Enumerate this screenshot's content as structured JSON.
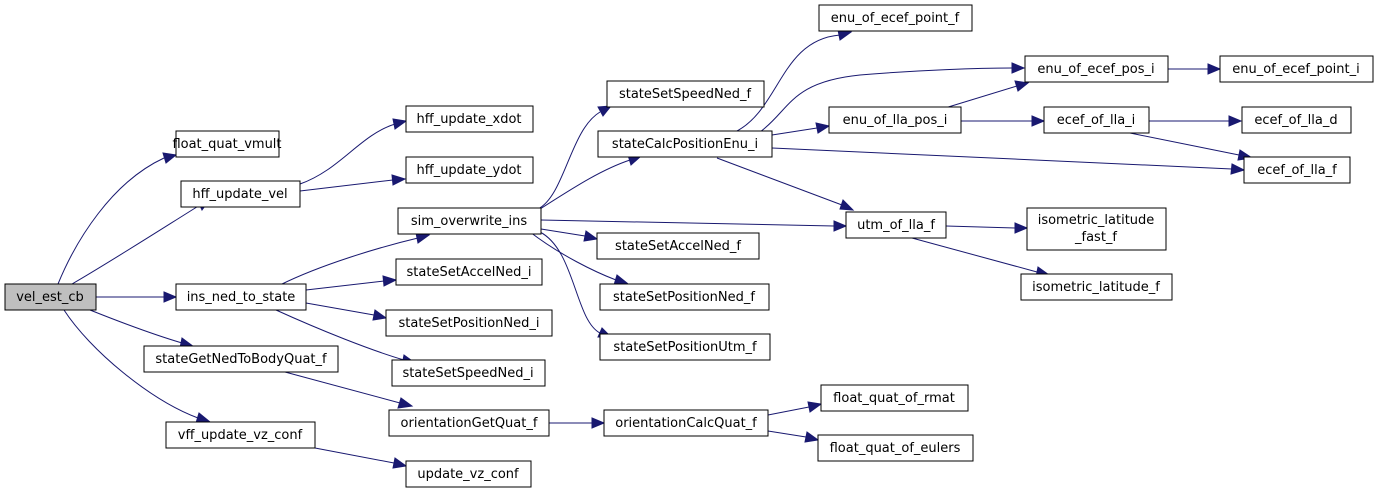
{
  "colors": {
    "edge": "#191970",
    "root_fill": "#bfbfbf",
    "node_fill": "#ffffff",
    "node_border": "#000000"
  },
  "nodes": {
    "vel_est_cb": "vel_est_cb",
    "float_quat_vmult": "float_quat_vmult",
    "hff_update_vel": "hff_update_vel",
    "hff_update_xdot": "hff_update_xdot",
    "hff_update_ydot": "hff_update_ydot",
    "ins_ned_to_state": "ins_ned_to_state",
    "sim_overwrite_ins": "sim_overwrite_ins",
    "stateSetSpeedNed_f": "stateSetSpeedNed_f",
    "stateCalcPositionEnu_i": "stateCalcPositionEnu_i",
    "enu_of_ecef_point_f": "enu_of_ecef_point_f",
    "enu_of_ecef_pos_i": "enu_of_ecef_pos_i",
    "enu_of_ecef_point_i": "enu_of_ecef_point_i",
    "enu_of_lla_pos_i": "enu_of_lla_pos_i",
    "ecef_of_lla_i": "ecef_of_lla_i",
    "ecef_of_lla_d": "ecef_of_lla_d",
    "ecef_of_lla_f": "ecef_of_lla_f",
    "utm_of_lla_f": "utm_of_lla_f",
    "isometric_latitude_fast_f_1": "isometric_latitude",
    "isometric_latitude_fast_f_2": "_fast_f",
    "isometric_latitude_f": "isometric_latitude_f",
    "stateSetAccelNed_f": "stateSetAccelNed_f",
    "stateSetPositionNed_f": "stateSetPositionNed_f",
    "stateSetPositionUtm_f": "stateSetPositionUtm_f",
    "stateSetAccelNed_i": "stateSetAccelNed_i",
    "stateSetPositionNed_i": "stateSetPositionNed_i",
    "stateSetSpeedNed_i": "stateSetSpeedNed_i",
    "stateGetNedToBodyQuat_f": "stateGetNedToBodyQuat_f",
    "orientationGetQuat_f": "orientationGetQuat_f",
    "orientationCalcQuat_f": "orientationCalcQuat_f",
    "float_quat_of_rmat": "float_quat_of_rmat",
    "float_quat_of_eulers": "float_quat_of_eulers",
    "vff_update_vz_conf": "vff_update_vz_conf",
    "update_vz_conf": "update_vz_conf"
  },
  "edges": [
    [
      "vel_est_cb",
      "float_quat_vmult"
    ],
    [
      "vel_est_cb",
      "hff_update_vel"
    ],
    [
      "vel_est_cb",
      "ins_ned_to_state"
    ],
    [
      "vel_est_cb",
      "stateGetNedToBodyQuat_f"
    ],
    [
      "vel_est_cb",
      "vff_update_vz_conf"
    ],
    [
      "hff_update_vel",
      "hff_update_xdot"
    ],
    [
      "hff_update_vel",
      "hff_update_ydot"
    ],
    [
      "ins_ned_to_state",
      "sim_overwrite_ins"
    ],
    [
      "ins_ned_to_state",
      "stateSetAccelNed_i"
    ],
    [
      "ins_ned_to_state",
      "stateSetPositionNed_i"
    ],
    [
      "ins_ned_to_state",
      "stateSetSpeedNed_i"
    ],
    [
      "sim_overwrite_ins",
      "stateSetSpeedNed_f"
    ],
    [
      "sim_overwrite_ins",
      "stateCalcPositionEnu_i"
    ],
    [
      "sim_overwrite_ins",
      "utm_of_lla_f"
    ],
    [
      "sim_overwrite_ins",
      "stateSetAccelNed_f"
    ],
    [
      "sim_overwrite_ins",
      "stateSetPositionNed_f"
    ],
    [
      "sim_overwrite_ins",
      "stateSetPositionUtm_f"
    ],
    [
      "stateCalcPositionEnu_i",
      "enu_of_ecef_point_f"
    ],
    [
      "stateCalcPositionEnu_i",
      "enu_of_ecef_pos_i"
    ],
    [
      "stateCalcPositionEnu_i",
      "enu_of_lla_pos_i"
    ],
    [
      "stateCalcPositionEnu_i",
      "ecef_of_lla_f"
    ],
    [
      "stateCalcPositionEnu_i",
      "utm_of_lla_f"
    ],
    [
      "enu_of_ecef_pos_i",
      "enu_of_ecef_point_i"
    ],
    [
      "enu_of_lla_pos_i",
      "enu_of_ecef_pos_i"
    ],
    [
      "enu_of_lla_pos_i",
      "ecef_of_lla_i"
    ],
    [
      "ecef_of_lla_i",
      "ecef_of_lla_d"
    ],
    [
      "ecef_of_lla_i",
      "ecef_of_lla_f"
    ],
    [
      "utm_of_lla_f",
      "isometric_latitude_fast_f"
    ],
    [
      "utm_of_lla_f",
      "isometric_latitude_f"
    ],
    [
      "stateGetNedToBodyQuat_f",
      "orientationGetQuat_f"
    ],
    [
      "orientationGetQuat_f",
      "orientationCalcQuat_f"
    ],
    [
      "orientationCalcQuat_f",
      "float_quat_of_rmat"
    ],
    [
      "orientationCalcQuat_f",
      "float_quat_of_eulers"
    ],
    [
      "vff_update_vz_conf",
      "update_vz_conf"
    ]
  ]
}
